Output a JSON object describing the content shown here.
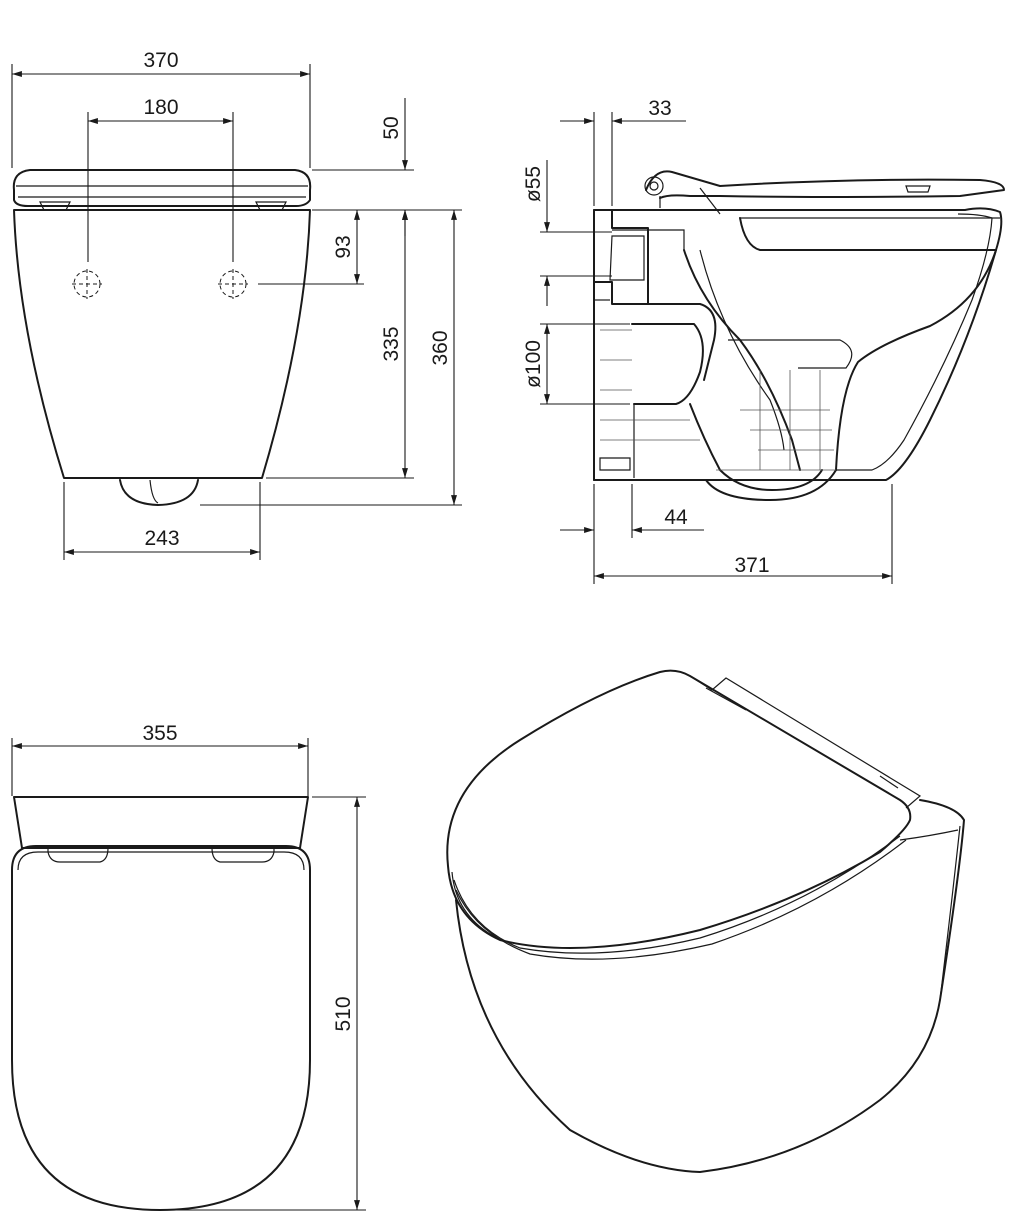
{
  "dimensions": {
    "front_width": "370",
    "fixing_spacing": "180",
    "seat_thickness": "50",
    "fixing_height": "93",
    "bowl_height": "335",
    "total_height": "360",
    "base_width": "243",
    "inlet_diameter": "ø55",
    "inlet_offset": "33",
    "outlet_diameter": "ø100",
    "outlet_offset": "44",
    "side_depth": "371",
    "top_width": "355",
    "top_depth": "510"
  }
}
